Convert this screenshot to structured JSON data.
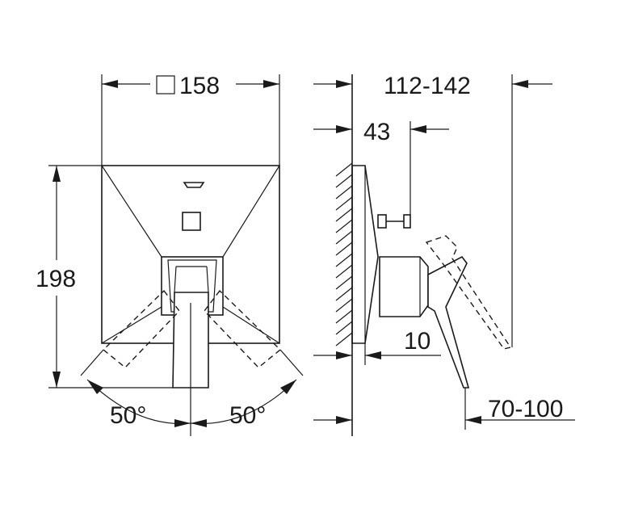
{
  "dimensions": {
    "width_label": "158",
    "width_symbol": "square",
    "height_label": "198",
    "depth_range_label": "112-142",
    "offset_label": "43",
    "wall_label": "10",
    "handle_range_label": "70-100",
    "angle_left_label": "50°",
    "angle_right_label": "50°"
  }
}
